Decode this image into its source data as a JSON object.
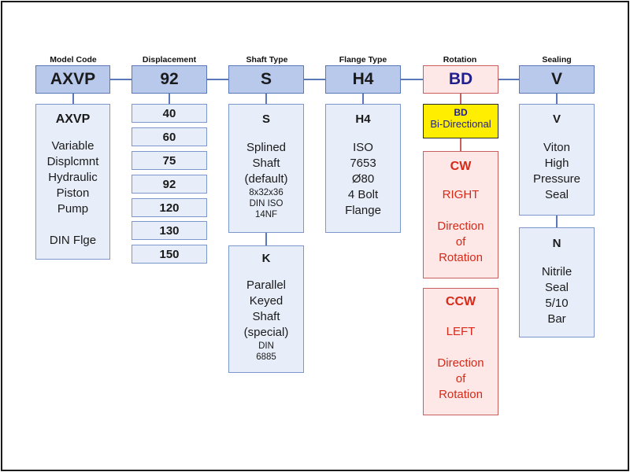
{
  "headers": {
    "model": "Model Code",
    "displacement": "Displacement",
    "shaft": "Shaft Type",
    "flange": "Flange Type",
    "rotation": "Rotation",
    "sealing": "Sealing"
  },
  "codes": {
    "model": "AXVP",
    "displacement": "92",
    "shaft": "S",
    "flange": "H4",
    "rotation": "BD",
    "sealing": "V"
  },
  "model": {
    "title": "AXVP",
    "desc": "Variable\nDisplcmnt\nHydraulic\nPiston\nPump",
    "flange": "DIN Flge"
  },
  "displacement_options": [
    "40",
    "60",
    "75",
    "92",
    "120",
    "130",
    "150"
  ],
  "shaft": {
    "s_title": "S",
    "s_desc": "Splined\nShaft\n(default)",
    "s_small": "8x32x36\nDIN ISO\n14NF",
    "k_title": "K",
    "k_desc": "Parallel\nKeyed\nShaft\n(special)",
    "k_small": "DIN\n6885"
  },
  "flange": {
    "title": "H4",
    "desc": "ISO\n7653\nØ80\n4 Bolt\nFlange"
  },
  "rotation": {
    "bd_title": "BD",
    "bd_desc": "Bi-Directional",
    "cw_title": "CW",
    "cw_dir": "RIGHT",
    "cw_desc": "Direction\nof\nRotation",
    "ccw_title": "CCW",
    "ccw_dir": "LEFT",
    "ccw_desc": "Direction\nof\nRotation"
  },
  "sealing": {
    "v_title": "V",
    "v_desc": "Viton\nHigh\nPressure\nSeal",
    "n_title": "N",
    "n_desc": "Nitrile\nSeal\n5/10\nBar"
  },
  "colors": {
    "code_fill": "#b9c9ec",
    "code_border": "#5b78b8",
    "box_fill": "#e8eef9",
    "rotation_fill": "#fde7e7",
    "rotation_text": "#d62a18",
    "bd_fill": "#ffee00",
    "bd_text": "#1f1f8e"
  }
}
